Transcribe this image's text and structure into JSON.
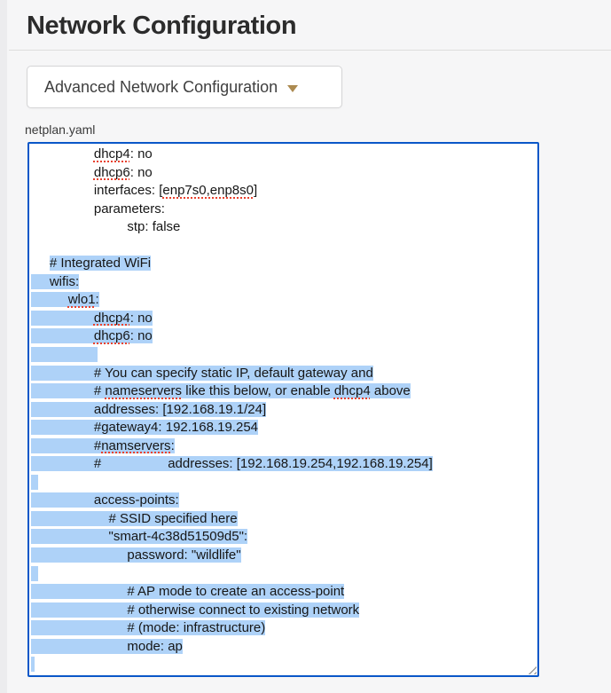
{
  "header": {
    "title": "Network Configuration"
  },
  "dropdown": {
    "label": "Advanced Network Configuration",
    "caret_icon": "chevron-down",
    "caret_color": "#ac8a50"
  },
  "editor": {
    "file_label": "netplan.yaml",
    "focus_border_color": "#0a57c8",
    "selection_color": "#aed2f8",
    "spellcheck_color": "#e8402d",
    "lines": [
      [
        {
          "t": "                 "
        },
        {
          "t": "dhcp4",
          "sq": true
        },
        {
          "t": ": no"
        }
      ],
      [
        {
          "t": "                 "
        },
        {
          "t": "dhcp6",
          "sq": true
        },
        {
          "t": ": no"
        }
      ],
      [
        {
          "t": "                 interfaces: ["
        },
        {
          "t": "enp7s0,enp8s0",
          "sq": true
        },
        {
          "t": "]"
        }
      ],
      [
        {
          "t": "                 parameters:"
        }
      ],
      [
        {
          "t": "                          stp: false"
        }
      ],
      [],
      [
        {
          "t": "     "
        },
        {
          "t": "# Integrated WiFi",
          "sel": true
        }
      ],
      [
        {
          "t": "     wifis:",
          "sel": true
        }
      ],
      [
        {
          "t": "          ",
          "sel": true
        },
        {
          "t": "wlo1",
          "sel": true,
          "sq": true
        },
        {
          "t": ":",
          "sel": true
        }
      ],
      [
        {
          "t": "                 ",
          "sel": true
        },
        {
          "t": "dhcp4",
          "sel": true,
          "sq": true
        },
        {
          "t": ": no",
          "sel": true
        }
      ],
      [
        {
          "t": "                 ",
          "sel": true
        },
        {
          "t": "dhcp6",
          "sel": true,
          "sq": true
        },
        {
          "t": ": no",
          "sel": true
        }
      ],
      [
        {
          "t": "                  ",
          "sel": true
        }
      ],
      [
        {
          "t": "                 # You can specify static IP, default gateway and",
          "sel": true
        }
      ],
      [
        {
          "t": "                 # ",
          "sel": true
        },
        {
          "t": "nameservers",
          "sel": true,
          "sq": true
        },
        {
          "t": " like this below, or enable ",
          "sel": true
        },
        {
          "t": "dhcp4",
          "sel": true,
          "sq": true
        },
        {
          "t": " above",
          "sel": true
        }
      ],
      [
        {
          "t": "                 addresses: [192.168.19.1/24]",
          "sel": true
        }
      ],
      [
        {
          "t": "                 #gateway4: 192.168.19.254",
          "sel": true
        }
      ],
      [
        {
          "t": "                 #",
          "sel": true
        },
        {
          "t": "namservers",
          "sel": true,
          "sq": true
        },
        {
          "t": ":",
          "sel": true
        }
      ],
      [
        {
          "t": "                 #                  addresses: [192.168.19.254,192.168.19.254]",
          "sel": true
        }
      ],
      [
        {
          "t": "  ",
          "sel": true
        }
      ],
      [
        {
          "t": "                 access-points:",
          "sel": true
        }
      ],
      [
        {
          "t": "                     # SSID specified here",
          "sel": true
        }
      ],
      [
        {
          "t": "                     \"smart-4c38d51509d5\":",
          "sel": true
        }
      ],
      [
        {
          "t": "                          password: \"wildlife\"",
          "sel": true
        }
      ],
      [
        {
          "t": "  ",
          "sel": true
        }
      ],
      [
        {
          "t": "                          # AP mode to create an access-point",
          "sel": true
        }
      ],
      [
        {
          "t": "                          # otherwise connect to existing network",
          "sel": true
        }
      ],
      [
        {
          "t": "                          # (mode: infrastructure)",
          "sel": true
        }
      ],
      [
        {
          "t": "                          mode: ap",
          "sel": true
        }
      ],
      [
        {
          "t": " ",
          "sel": true
        }
      ],
      []
    ]
  }
}
